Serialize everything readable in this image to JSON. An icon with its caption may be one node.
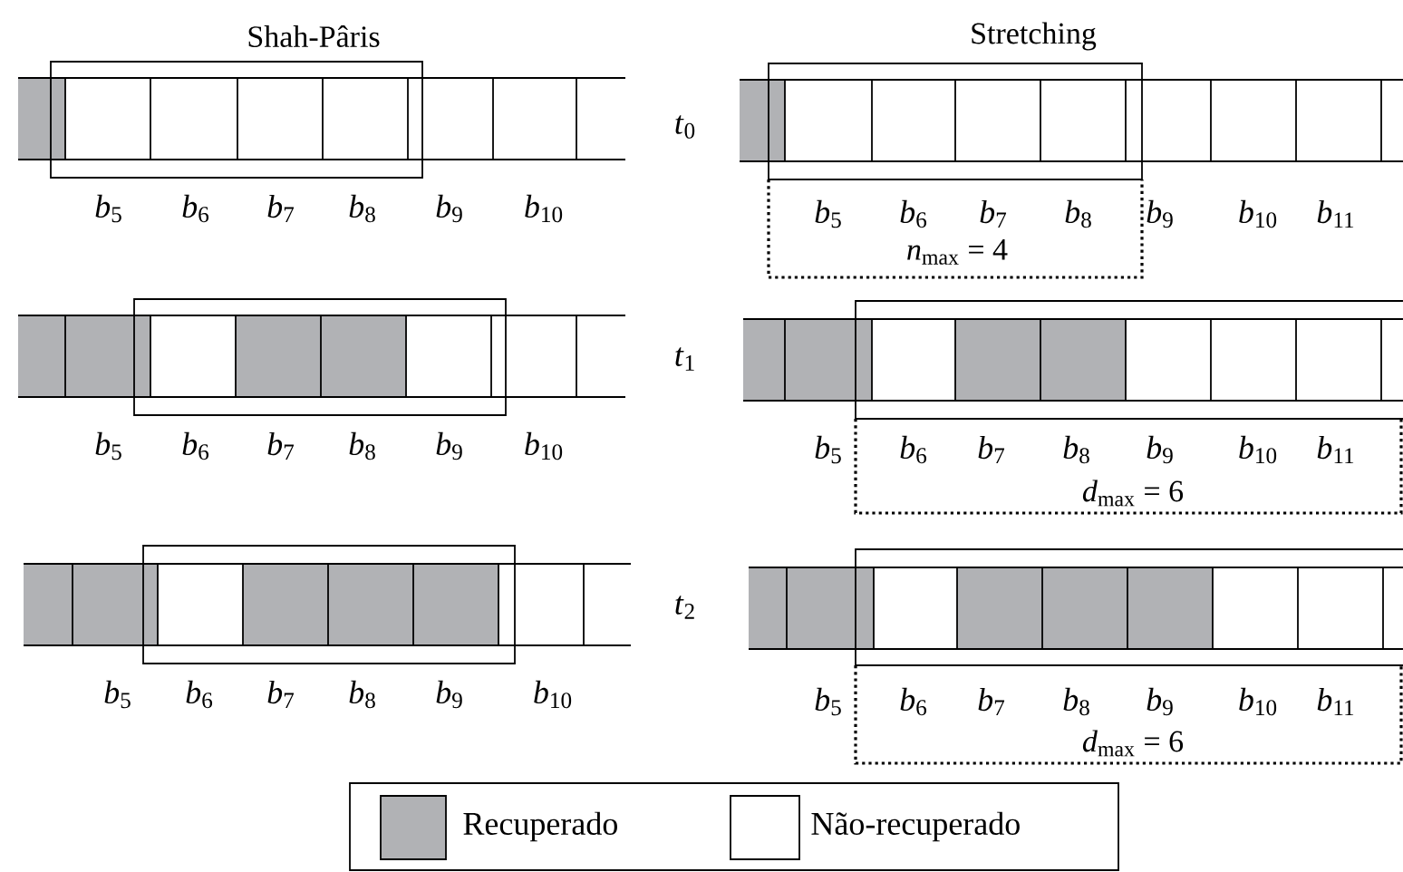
{
  "diagram": {
    "labels": [
      "Shah-Pâris",
      "Stretching",
      "*t*$_{0}$",
      "*b*$_{5}$",
      "*b*$_{6}$",
      "*b*$_{7}$",
      "*b*$_{8}$",
      "*b*$_{9}$",
      "*b*$_{10}$",
      "*b*$_{5}$",
      "*b*$_{6}$",
      "*b*$_{7}$",
      "*b*$_{8}$",
      "*b*$_{9}$",
      "*b*$_{10}$",
      "*b*$_{11}$",
      "*n*$_{max}$ = 4",
      "*t*$_{1}$",
      "*b*$_{5}$",
      "*b*$_{6}$",
      "*b*$_{7}$",
      "*b*$_{8}$",
      "*b*$_{9}$",
      "*b*$_{10}$",
      "*b*$_{5}$",
      "*b*$_{6}$",
      "*b*$_{7}$",
      "*b*$_{8}$",
      "*b*$_{9}$",
      "*b*$_{10}$",
      "*b*$_{11}$",
      "*d*$_{max}$ = 6",
      "*t*$_{2}$",
      "*b*$_{5}$",
      "*b*$_{6}$",
      "*b*$_{7}$",
      "*b*$_{8}$",
      "*b*$_{9}$",
      "*b*$_{10}$",
      "*b*$_{5}$",
      "*b*$_{6}$",
      "*b*$_{7}$",
      "*b*$_{8}$",
      "*b*$_{9}$",
      "*b*$_{10}$",
      "*b*$_{11}$",
      "*d*$_{max}$ = 6"
    ],
    "legend": [
      {
        "text": "Recuperado",
        "color": "#b1b2b5"
      },
      {
        "text": "Não-recuperado"
      }
    ]
  }
}
